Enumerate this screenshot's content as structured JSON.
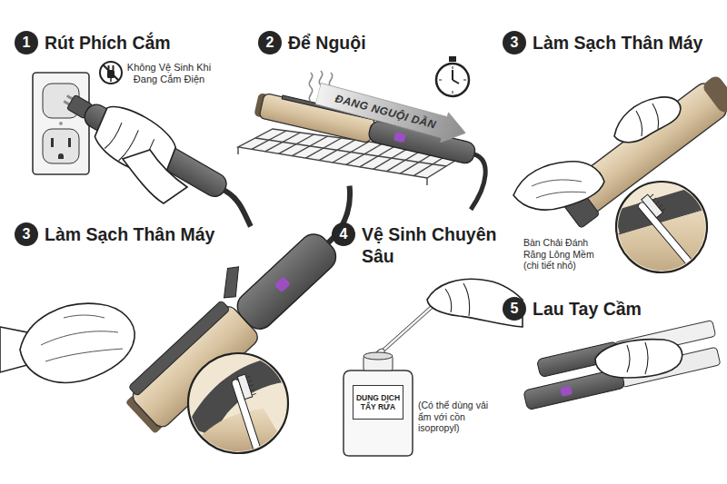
{
  "diagram": {
    "nodes": [
      {
        "text": [
          "1",
          "Rút Phích Cắm"
        ]
      },
      {
        "text": [
          "2",
          "Để Nguội"
        ]
      },
      {
        "text": [
          "ĐANG NGUỘI DẦN"
        ]
      },
      {
        "text": [
          "3",
          "Làm Sạch Thân Máy"
        ]
      },
      {
        "text": [
          "3",
          "Làm Sạch Thân Máy"
        ]
      },
      {
        "text": [
          "4",
          "Vệ Sinh Chuyên Sâu"
        ]
      },
      {
        "text": [
          "DUNG DỊCH TẨY RỬA"
        ]
      },
      {
        "text": [
          "5",
          "Lau Tay Cầm"
        ]
      }
    ],
    "labels": [
      "Không Vệ Sinh Khi Đang Cắm Điện",
      "Bàn Chải Đánh Răng Lông Mềm (chi tiết nhỏ)",
      "(Có thể dùng vải ẩm với cồn isopropyl)"
    ]
  }
}
